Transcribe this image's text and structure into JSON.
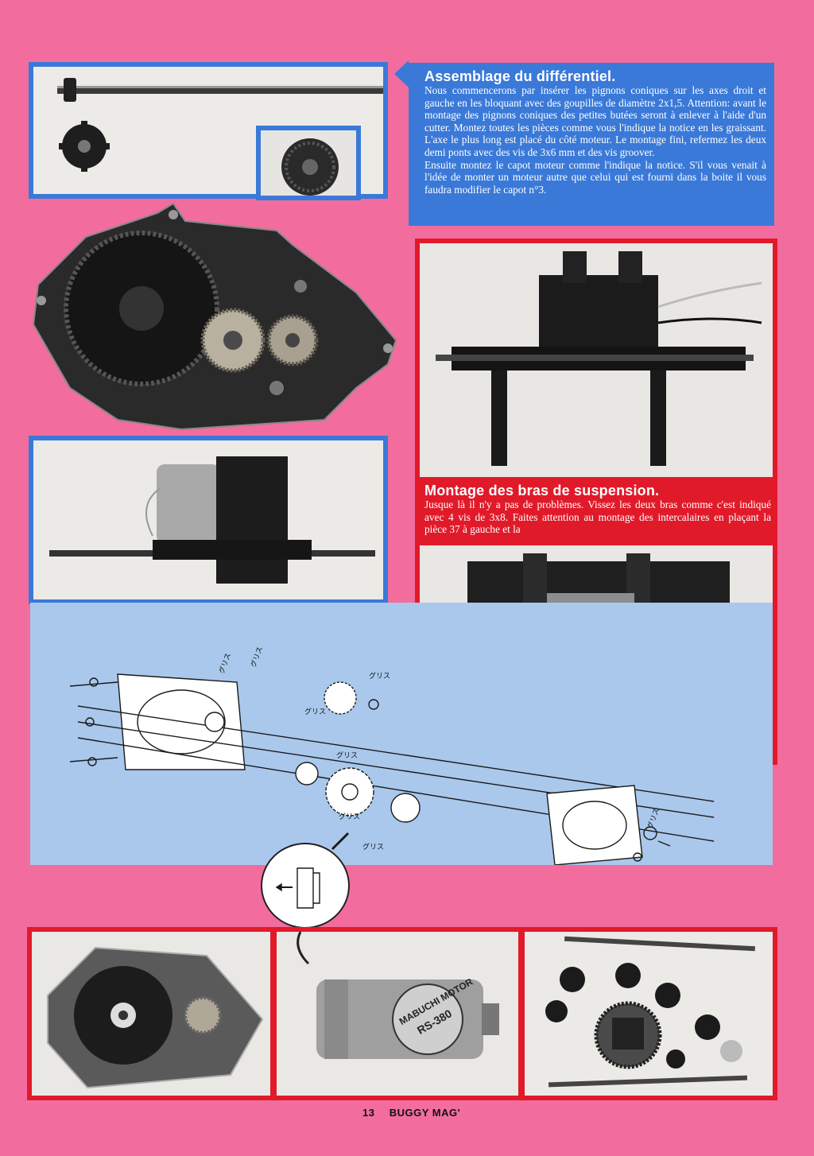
{
  "section1": {
    "title": "Assemblage du différentiel.",
    "body": "Nous commencerons par insérer les pignons coniques sur les axes droit et gauche en les bloquant avec des goupilles de diamètre 2x1,5. Attention: avant le montage des pignons coniques des petites butées seront à enlever à l'aide d'un cutter. Montez toutes les pièces comme vous l'indique la notice en les graissant. L'axe le plus long est placé du côté moteur. Le montage fini, refermez les deux demi ponts avec des vis de 3x6 mm et des vis groover.",
    "body2": "Ensuite montez le capot moteur comme l'indique la notice. S'il vous venait à l'idée de monter un moteur autre que celui qui est fourni dans la boite il vous faudra modifier le capot n°3."
  },
  "section2": {
    "title": "Montage des bras de suspension.",
    "body": "Jusque là il n'y a pas de problèmes. Vissez les deux bras comme c'est indiqué avec 4 vis de 3x8. Faites attention au montage des intercalaires en plaçant la pièce 37 à gauche et la"
  },
  "diagram": {
    "labels": [
      "グリス",
      "グリス",
      "グリス",
      "グリス",
      "グリス",
      "グリス",
      "グリス",
      "グリス"
    ]
  },
  "motor_label": {
    "line1": "MABUCHI MOTOR",
    "line2": "RS-380"
  },
  "footer": {
    "page_number": "13",
    "magazine": "BUGGY MAG'"
  },
  "colors": {
    "page_background": "#f26d9e",
    "blue_frame": "#3a79d8",
    "red_frame": "#e11a2a",
    "diagram_background": "#a9c8ec"
  }
}
